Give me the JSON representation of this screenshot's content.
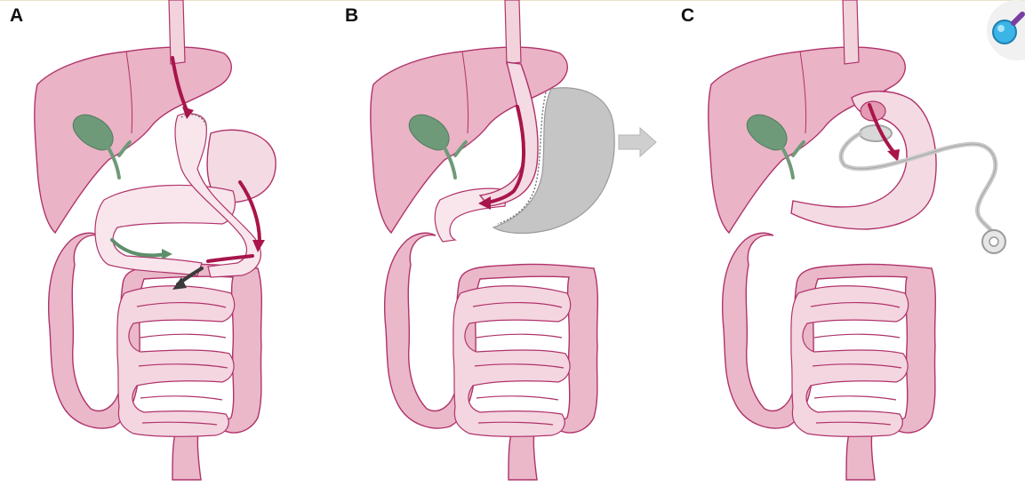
{
  "panels": [
    {
      "label": "A"
    },
    {
      "label": "B"
    },
    {
      "label": "C"
    }
  ],
  "colors": {
    "tissue_light": "#f3d3dd",
    "tissue_mid": "#e8b3c4",
    "tissue_dark": "#e49ab2",
    "outline": "#b0336b",
    "gallbladder": "#6f9a7a",
    "sleeve_removed": "#c5c5c5",
    "food_arrow": "#a8154b",
    "bile_arrow": "#5e8f6b",
    "mixed_arrow": "#3a3a3a",
    "band_tube": "#c9c9c9"
  },
  "icons": {
    "corner_logo": "magnifier-logo-icon",
    "removal_arrow": "right-arrow-icon"
  }
}
